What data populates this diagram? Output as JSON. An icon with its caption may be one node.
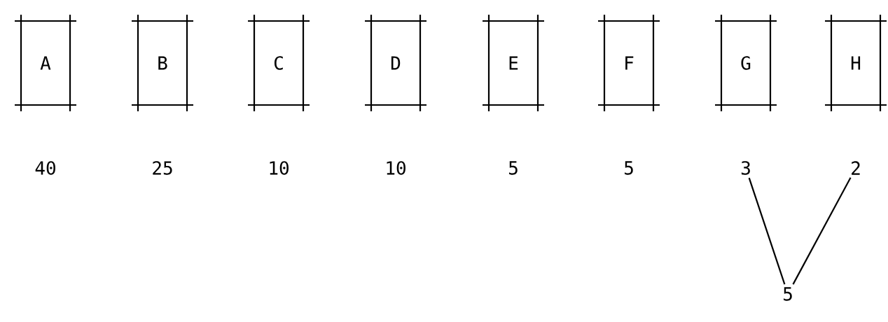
{
  "diagram": {
    "nodes": [
      {
        "text": [
          "A"
        ]
      },
      {
        "text": [
          "B"
        ]
      },
      {
        "text": [
          "C"
        ]
      },
      {
        "text": [
          "D"
        ]
      },
      {
        "text": [
          "E"
        ]
      },
      {
        "text": [
          "F"
        ]
      },
      {
        "text": [
          "G"
        ]
      },
      {
        "text": [
          "H"
        ]
      },
      {
        "text": [
          "40"
        ]
      },
      {
        "text": [
          "25"
        ]
      },
      {
        "text": [
          "10"
        ]
      },
      {
        "text": [
          "10"
        ]
      },
      {
        "text": [
          "5"
        ]
      },
      {
        "text": [
          "5"
        ]
      },
      {
        "text": [
          "3"
        ]
      },
      {
        "text": [
          "2"
        ]
      },
      {
        "text": [
          "5"
        ]
      }
    ],
    "edges": [
      {
        "from": 14,
        "to": 16,
        "arrow": "none"
      },
      {
        "from": 15,
        "to": 16,
        "arrow": "none"
      }
    ]
  }
}
